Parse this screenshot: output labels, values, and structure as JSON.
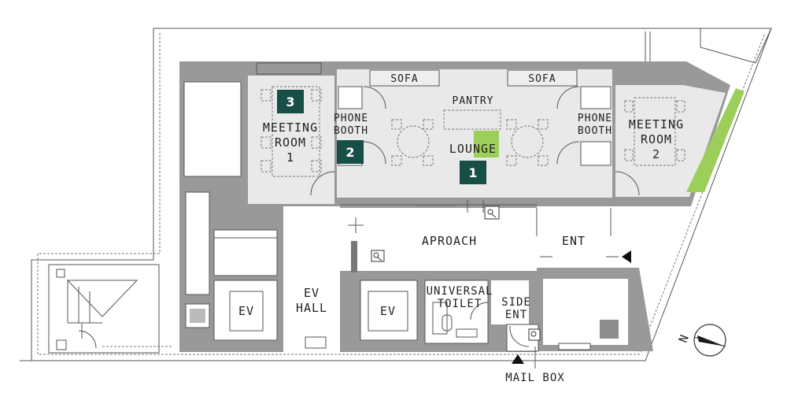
{
  "colors": {
    "wall": "#999999",
    "room_floor": "#e9e9e9",
    "badge": "#174e45",
    "greenery": "#9ccf5a",
    "line": "#555555",
    "background": "#ffffff"
  },
  "rooms": {
    "meeting_room_1": [
      "MEETING",
      "ROOM",
      "1"
    ],
    "meeting_room_2": [
      "MEETING",
      "ROOM",
      "2"
    ],
    "phone_booth_left": [
      "PHONE",
      "BOOTH"
    ],
    "phone_booth_right": [
      "PHONE",
      "BOOTH"
    ],
    "lounge": "LOUNGE",
    "pantry": "PANTRY",
    "sofa_left": "SOFA",
    "sofa_right": "SOFA",
    "aproach": "APROACH",
    "ent": "ENT",
    "ev_hall": [
      "EV",
      "HALL"
    ],
    "ev_left": "EV",
    "ev_right": "EV",
    "universal_toilet": [
      "UNIVERSAL",
      "TOILET"
    ],
    "side_ent": [
      "SIDE",
      "ENT"
    ],
    "mail_box": "MAIL BOX"
  },
  "badges": [
    "1",
    "2",
    "3"
  ],
  "compass": {
    "label": "N",
    "icon": "north-arrow-icon"
  },
  "icons": [
    "key-icon",
    "entrance-arrow-icon",
    "mailbox-arrow-icon"
  ]
}
